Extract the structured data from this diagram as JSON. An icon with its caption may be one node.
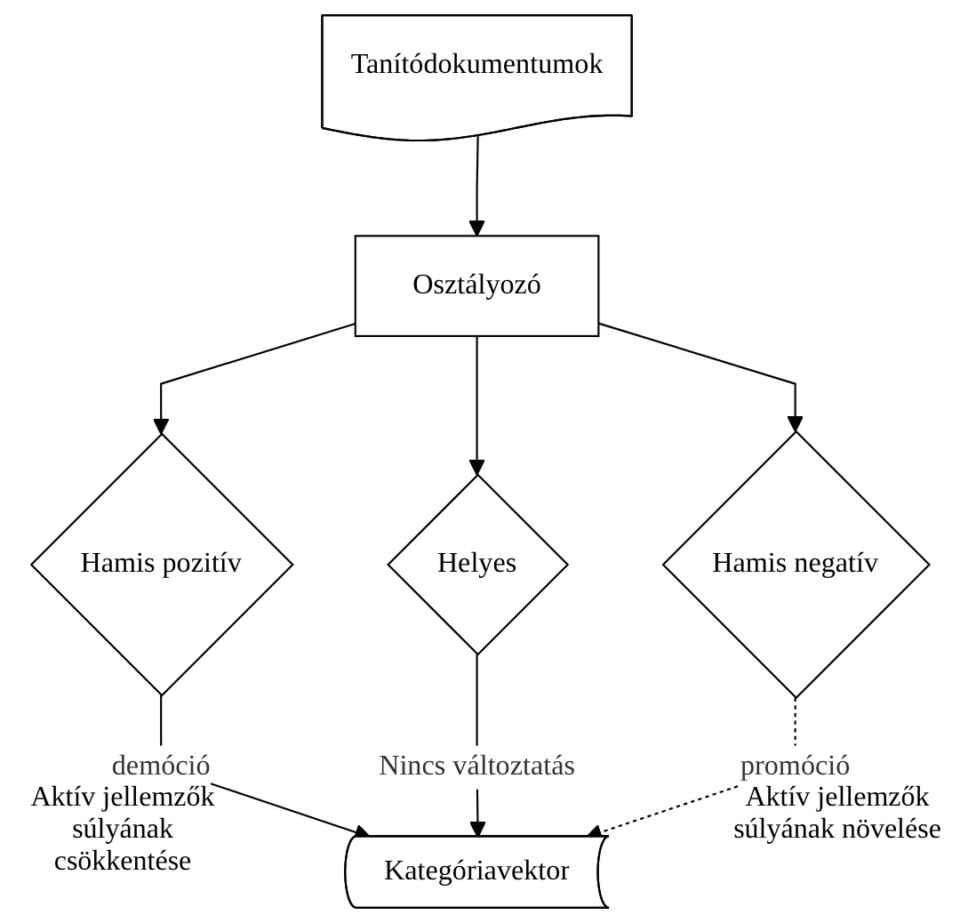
{
  "diagram": {
    "nodes": [
      {
        "text": [
          "Tanítódokumentumok"
        ]
      },
      {
        "text": [
          "Osztályozó"
        ]
      },
      {
        "text": [
          "Hamis pozitív"
        ]
      },
      {
        "text": [
          "Helyes"
        ]
      },
      {
        "text": [
          "Hamis negatív"
        ]
      },
      {
        "text": [
          "Kategóriavektor"
        ]
      }
    ],
    "edges": [
      {
        "from": 0,
        "to": 1,
        "arrow": "to"
      },
      {
        "from": 1,
        "to": 2,
        "arrow": "to"
      },
      {
        "from": 1,
        "to": 3,
        "arrow": "to"
      },
      {
        "from": 1,
        "to": 4,
        "arrow": "to"
      },
      {
        "from": 2,
        "to": 5,
        "arrow": "to",
        "label": "demóció"
      },
      {
        "from": 3,
        "to": 5,
        "arrow": "to",
        "label": "Nincs változtatás"
      },
      {
        "from": 4,
        "to": 5,
        "arrow": "to",
        "label": "promóció",
        "style": "dashed"
      }
    ],
    "labels": [
      "Aktív jellemzők súlyának csökkentése",
      "Aktív jellemzők súlyának növelése"
    ]
  }
}
